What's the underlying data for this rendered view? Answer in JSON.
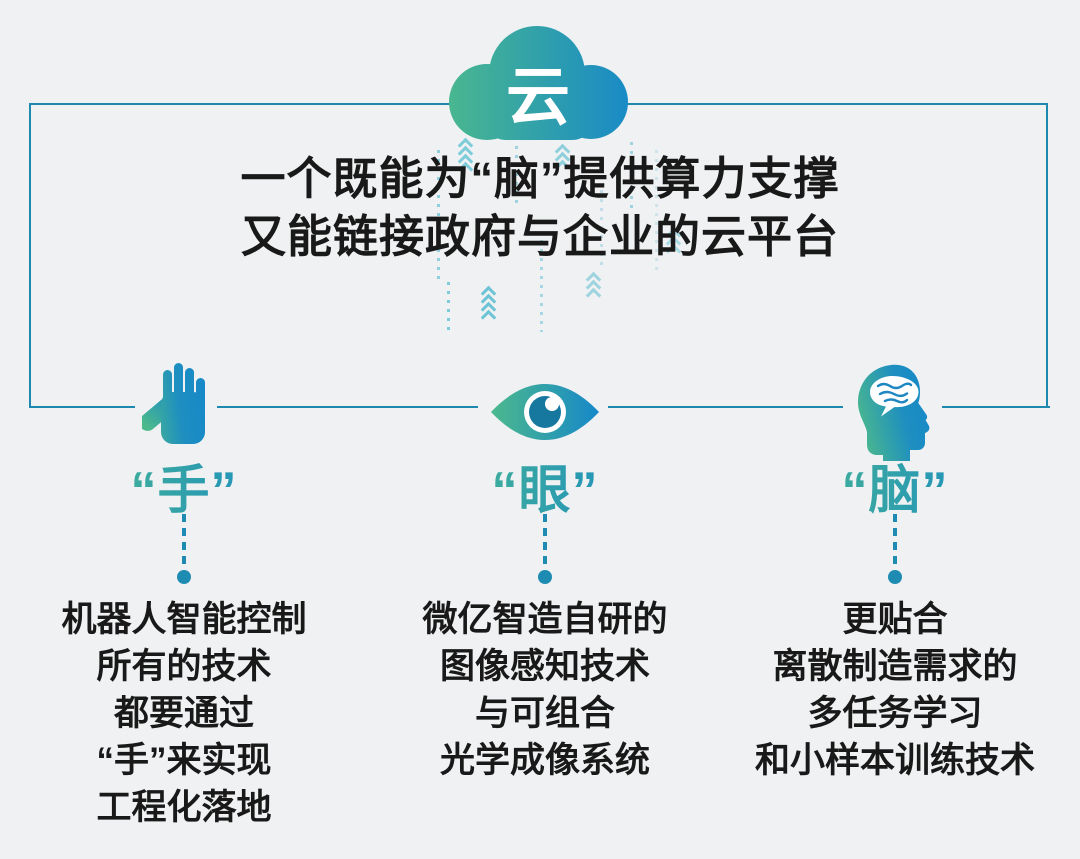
{
  "palette": {
    "background": "#eff1f2",
    "accent_teal": "#1e8cb2",
    "frame_line": "#1e89ae",
    "gradient_green": "#4cb98c",
    "gradient_blue": "#1688c9",
    "pupil_blue": "#16789f",
    "text_black": "#191919"
  },
  "cloud": {
    "label": "云",
    "icon": "cloud-icon"
  },
  "headline": {
    "line1": "一个既能为“脑”提供算力支撑",
    "line2": "又能链接政府与企业的云平台"
  },
  "columns": [
    {
      "id": "hand",
      "icon": "hand-icon",
      "title": "“手”",
      "lines": [
        "机器人智能控制",
        "所有的技术",
        "都要通过",
        "“手”来实现",
        "工程化落地"
      ]
    },
    {
      "id": "eye",
      "icon": "eye-icon",
      "title": "“眼”",
      "lines": [
        "微亿智造自研的",
        "图像感知技术",
        "与可组合",
        "光学成像系统"
      ]
    },
    {
      "id": "brain",
      "icon": "brain-icon",
      "title": "“脑”",
      "lines": [
        "更贴合",
        "离散制造需求的",
        "多任务学习",
        "和小样本训练技术"
      ]
    }
  ]
}
